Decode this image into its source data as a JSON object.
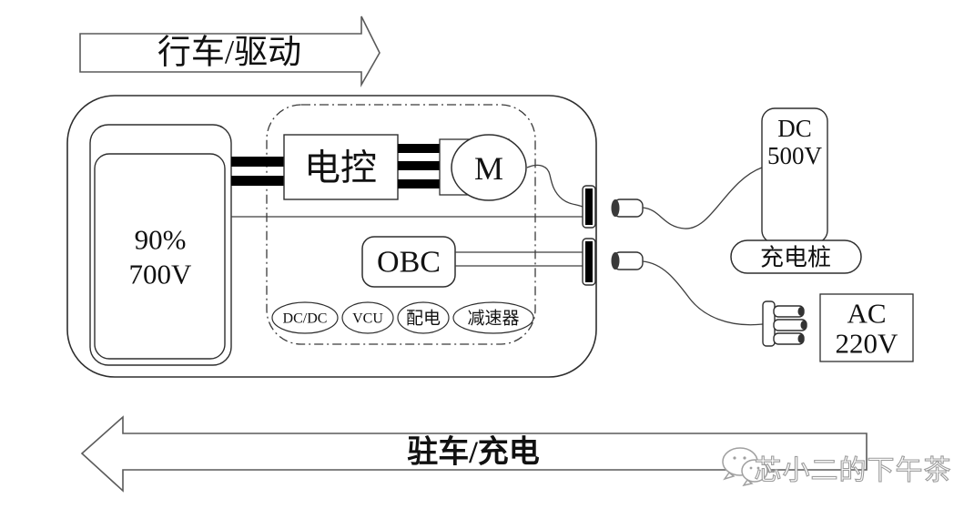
{
  "colors": {
    "background": "#ffffff",
    "line": "#3f3f3f",
    "bus_bar": "#000000",
    "arrow_outline": "#5a5a5a",
    "watermark": "#9c9c9c"
  },
  "arrows": {
    "drive": "行车/驱动",
    "park": "驻车/充电"
  },
  "vehicle": {
    "battery": {
      "soc": "90%",
      "voltage": "700V"
    },
    "motor_controller": "电控",
    "motor": "M",
    "obc": "OBC",
    "modules": [
      "DC/DC",
      "VCU",
      "配电",
      "减速器"
    ]
  },
  "external": {
    "dc_supply": {
      "line1": "DC",
      "line2": "500V"
    },
    "charging_pile": "充电桩",
    "ac_supply": {
      "line1": "AC",
      "line2": "220V"
    }
  },
  "icons": {
    "watermark_icon": "wechat-chat-bubbles"
  },
  "watermark": "芯小二的下午茶"
}
